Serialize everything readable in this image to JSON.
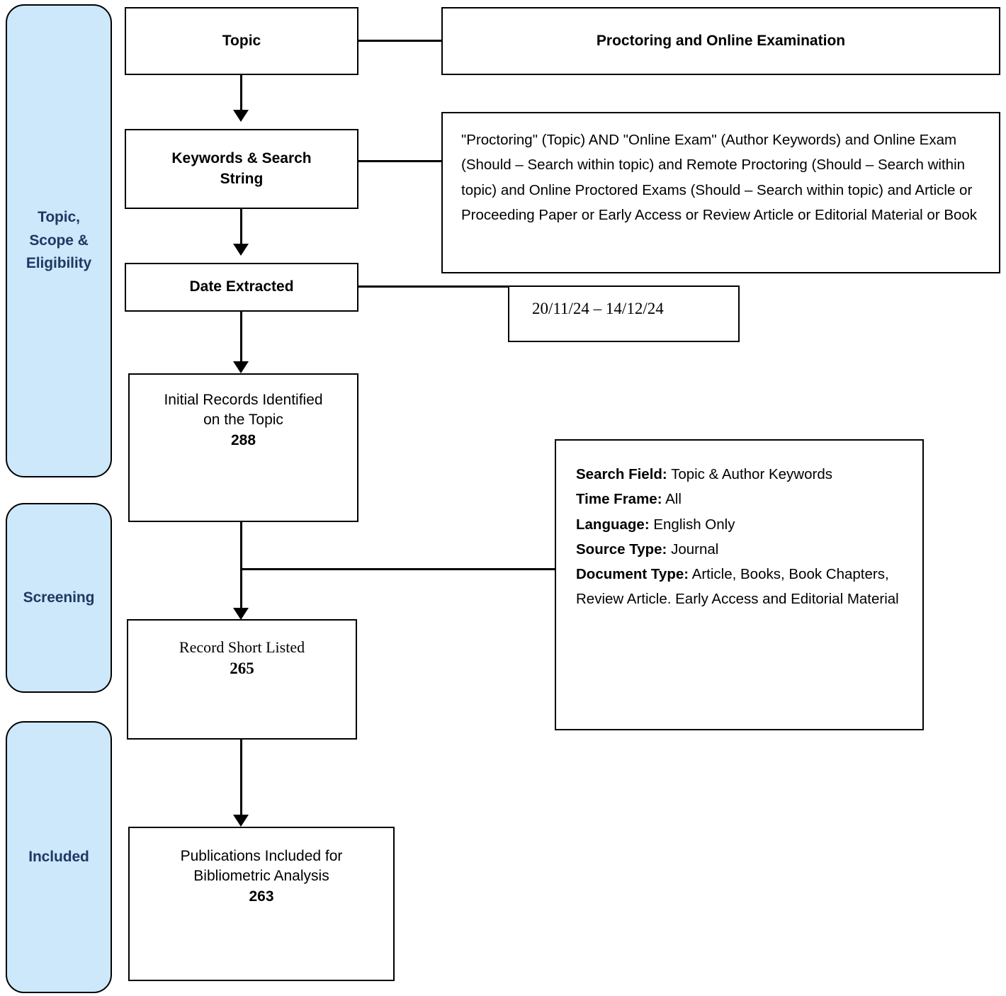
{
  "stages": [
    {
      "id": "topic-scope-eligibility",
      "label": "Topic,\nScope &\nEligibility"
    },
    {
      "id": "screening",
      "label": "Screening"
    },
    {
      "id": "included",
      "label": "Included"
    }
  ],
  "flow": {
    "topic": {
      "label": "Topic"
    },
    "topic_value": {
      "label": "Proctoring and Online Examination"
    },
    "keywords": {
      "label": "Keywords & Search\nString"
    },
    "search_string": {
      "text": "\"Proctoring\" (Topic) AND \"Online Exam\" (Author Keywords) and Online Exam (Should – Search within topic) and Remote Proctoring (Should – Search within topic) and Online Proctored Exams (Should – Search within topic) and Article or Proceeding Paper or Early Access or Review Article or Editorial Material or Book"
    },
    "date_extracted": {
      "label": "Date Extracted"
    },
    "date_value": {
      "text": "20/11/24 – 14/12/24"
    },
    "initial_records": {
      "label": "Initial Records Identified\non the Topic",
      "count": "288"
    },
    "short_listed": {
      "label": "Record Short Listed",
      "count": "265"
    },
    "included_publications": {
      "label": "Publications Included for\nBibliometric Analysis",
      "count": "263"
    }
  },
  "criteria": {
    "rows": [
      {
        "key": "Search Field:",
        "value": "Topic & Author Keywords"
      },
      {
        "key": "Time Frame:",
        "value": "All"
      },
      {
        "key": "Language:",
        "value": "English Only"
      },
      {
        "key": "Source Type:",
        "value": "Journal"
      },
      {
        "key": "Document Type:",
        "value": "Article, Books, Book Chapters, Review Article. Early Access and Editorial Material"
      }
    ]
  },
  "colors": {
    "stage_fill": "#cce8fa",
    "stage_text": "#1f3864",
    "box_border": "#000000",
    "box_fill": "#ffffff",
    "connector": "#000000"
  }
}
